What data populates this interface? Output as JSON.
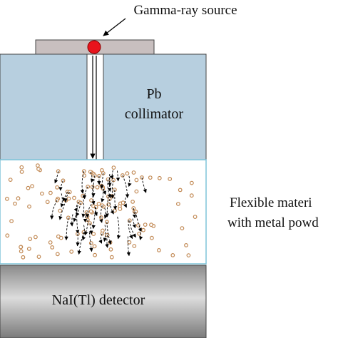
{
  "labels": {
    "source": "Gamma-ray source",
    "collimator_line1": "Pb",
    "collimator_line2": "collimator",
    "material_line1": "Flexible materi",
    "material_line2": "with metal powd",
    "detector": "NaI(Tl) detector"
  },
  "colors": {
    "collimator": "#b7cfdf",
    "source_plate": "#c8bfbf",
    "source_dot": "#e8141c",
    "material_border": "#7ec4d8",
    "particle": "#c28a55",
    "detector_light": "#d7d7d7",
    "detector_dark": "#7a7a7a",
    "arrow": "#000000"
  }
}
